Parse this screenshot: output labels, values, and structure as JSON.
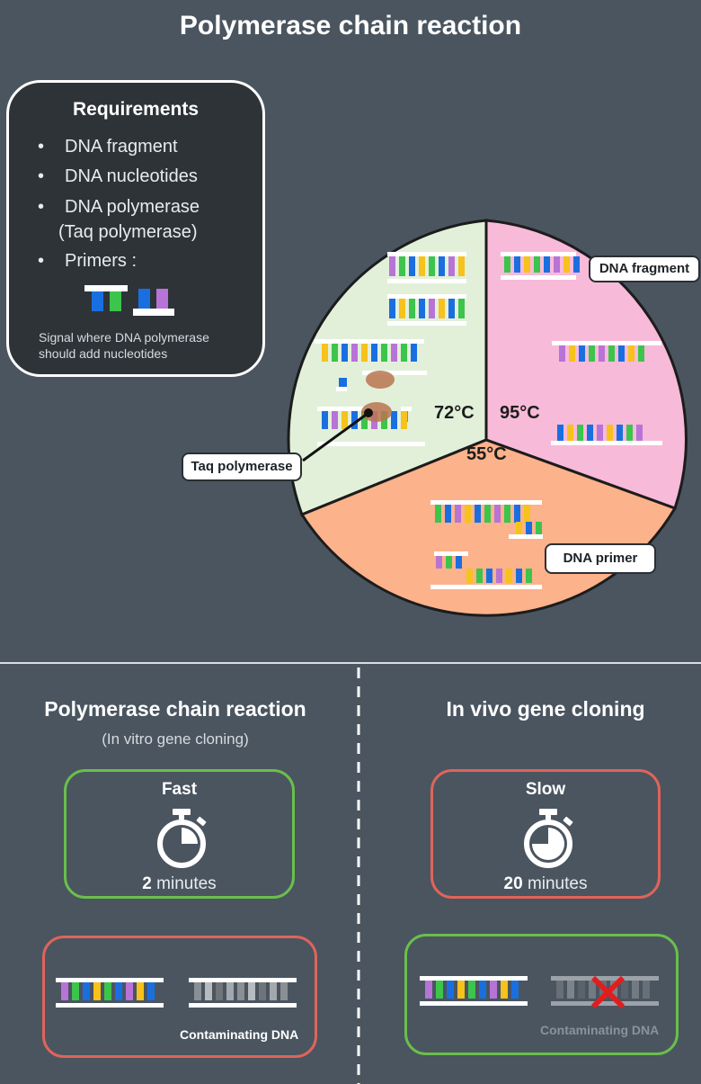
{
  "title": "Polymerase chain reaction",
  "requirements": {
    "heading": "Requirements",
    "items": [
      "DNA fragment",
      "DNA nucleotides",
      "DNA polymerase",
      "(Taq polymerase)",
      "Primers :"
    ],
    "note_line1": "Signal where DNA polymerase",
    "note_line2": "should add nucleotides"
  },
  "cycle": {
    "temp_extension": "72°C",
    "temp_denature": "95°C",
    "temp_anneal": "55°C",
    "label_fragment": "DNA fragment",
    "label_taq": "Taq polymerase",
    "label_primer": "DNA primer",
    "colors": {
      "extension": "#e2f0da",
      "denature": "#f8bad9",
      "anneal": "#fcb28b"
    }
  },
  "comparison": {
    "left": {
      "title": "Polymerase chain reaction",
      "subtitle": "(In vitro gene cloning)",
      "speed": "Fast",
      "time_value": "2",
      "time_unit": "minutes",
      "contaminating_label": "Contaminating DNA",
      "border_top": "#6abf4b",
      "border_bottom": "#e0645a"
    },
    "right": {
      "title": "In vivo gene cloning",
      "speed": "Slow",
      "time_value": "20",
      "time_unit": "minutes",
      "contaminating_label": "Contaminating DNA",
      "border_top": "#e0645a",
      "border_bottom": "#6abf4b"
    }
  },
  "icons": [
    "stopwatch-icon",
    "red-x-icon"
  ],
  "base_colors": {
    "purple": "#b873d6",
    "green": "#3cc44c",
    "blue": "#1a6fe0",
    "yellow": "#f6c21b"
  }
}
